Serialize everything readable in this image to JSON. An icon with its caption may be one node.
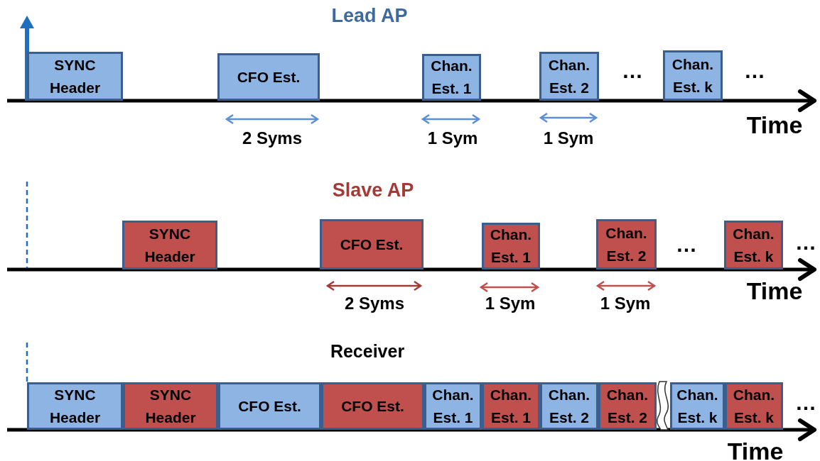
{
  "diagram": {
    "nodes": [
      {
        "text": [
          "SYNC Header"
        ]
      },
      {
        "text": [
          "CFO Est."
        ]
      },
      {
        "text": [
          "Chan. Est. 1"
        ]
      },
      {
        "text": [
          "Chan. Est. 2"
        ]
      },
      {
        "text": [
          "Chan. Est. k"
        ]
      },
      {
        "text": [
          "SYNC Header"
        ]
      },
      {
        "text": [
          "CFO Est."
        ]
      },
      {
        "text": [
          "Chan. Est. 1"
        ]
      },
      {
        "text": [
          "Chan. Est. 2"
        ]
      },
      {
        "text": [
          "Chan. Est. k"
        ]
      },
      {
        "text": [
          "SYNC Header"
        ]
      },
      {
        "text": [
          "SYNC Header"
        ]
      },
      {
        "text": [
          "CFO Est."
        ]
      },
      {
        "text": [
          "CFO Est."
        ]
      },
      {
        "text": [
          "Chan. Est. 1"
        ]
      },
      {
        "text": [
          "Chan. Est. 1"
        ]
      },
      {
        "text": [
          "Chan. Est. 2"
        ]
      },
      {
        "text": [
          "Chan. Est. 2"
        ]
      },
      {
        "text": [
          "Chan. Est. k"
        ]
      },
      {
        "text": [
          "Chan. Est. k"
        ]
      }
    ],
    "labels": [
      "Lead AP",
      "…",
      "…",
      "Time",
      "2 Syms",
      "1 Sym",
      "1 Sym",
      "Slave AP",
      "…",
      "…",
      "Time",
      "2 Syms",
      "1 Sym",
      "1 Sym",
      "Receiver",
      "…",
      "Time"
    ]
  }
}
